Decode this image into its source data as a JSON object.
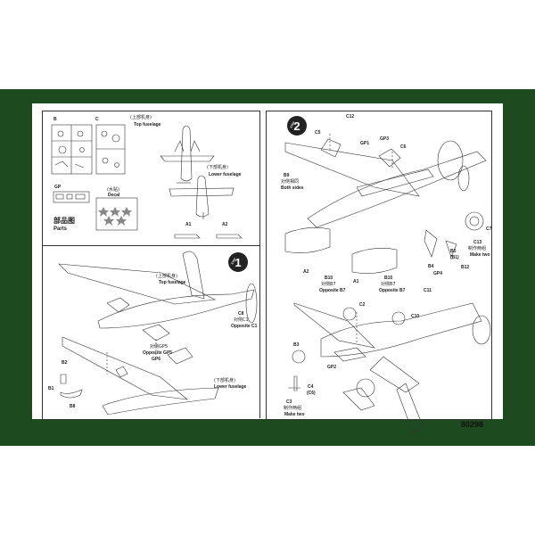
{
  "product_code": "80298",
  "parts": {
    "title_cn": "部品图",
    "title_en": "Parts",
    "sprue_b": "B",
    "sprue_c": "C",
    "sprue_gp": "GP",
    "decal_cn": "(水贴)",
    "decal_en": "Decal"
  },
  "top_fuselage": {
    "cn": "(上部机身)",
    "en": "Top fuselage"
  },
  "lower_fuselage": {
    "cn": "(下部机身)",
    "en": "Lower fuselage"
  },
  "a_parts": {
    "a1": "A1",
    "a2": "A2"
  },
  "step1": {
    "number": "1",
    "label": "STEP",
    "top_cn": "(上部机身)",
    "top_en": "Top fuselage",
    "c8": "C8",
    "c8_cn": "对侧C1",
    "c8_en": "Opposite C1",
    "gp_cn": "对侧GP5",
    "gp_en": "Opposite GP5",
    "gp6": "GP6",
    "lower_cn": "(下部机身)",
    "lower_en": "Lower fuselage",
    "b2": "B2",
    "b1": "B1",
    "b8": "B8"
  },
  "step2": {
    "number": "2",
    "label": "STEP",
    "c5": "C5",
    "c12": "C12",
    "gp1": "GP1",
    "gp3": "GP3",
    "c6": "C6",
    "b9": "B9",
    "both_cn": "对侧相同",
    "both_en": "Both sides",
    "a2": "A2",
    "b10": "B10",
    "opp_b7_cn": "对侧B7",
    "opp_b7_en": "Opposite B7",
    "a1": "A1",
    "b10b": "B10",
    "opp_b7b_cn": "对侧B7",
    "opp_b7b_en": "Opposite B7",
    "c7": "C7",
    "c13": "C13",
    "make_two_cn": "制作两组",
    "make_two_en": "Make two",
    "b4": "B4",
    "b5": "B5",
    "b1": "(B1)",
    "b12": "B12",
    "gp4": "GP4",
    "c11": "C11",
    "c2": "C2",
    "c10": "C10",
    "b3": "B3",
    "gp2": "GP2",
    "c4": "C4",
    "c6b": "(C6)",
    "c3": "C3",
    "make_two2_cn": "制作两组",
    "make_two2_en": "Make two"
  }
}
